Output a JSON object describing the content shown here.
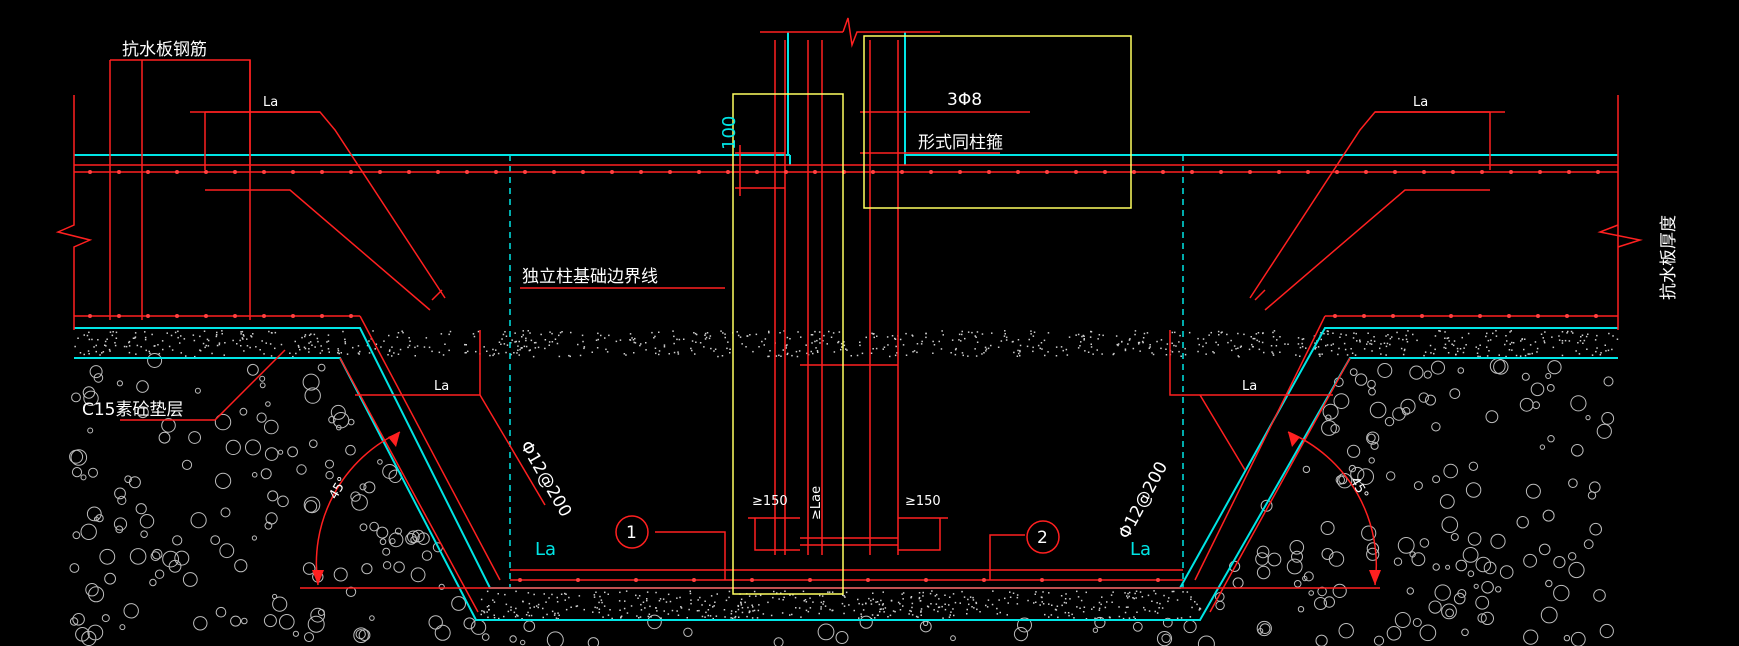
{
  "labels": {
    "anti_water_rebar": "抗水板钢筋",
    "anti_water_thickness": "抗水板厚度",
    "c15_cushion": "C15素砼垫层",
    "foundation_boundary": "独立柱基础边界线",
    "stirrups": "3Φ8",
    "stirrup_form": "形式同柱箍",
    "dim_100": "100",
    "rebar_left": "Φ12@200",
    "rebar_right": "Φ12@200",
    "la_top_left": "La",
    "la_top_right": "La",
    "la_mid_left": "La",
    "la_mid_right": "La",
    "la_bot_left": "La",
    "la_bot_right": "La",
    "dim_150_left": "≥150",
    "dim_150_right": "≥150",
    "dim_lae": "≥Lae",
    "angle_left": "45°",
    "angle_right": "45°",
    "callout_1": "1",
    "callout_2": "2"
  },
  "colors": {
    "background": "#000000",
    "rebar": "#ff2020",
    "outline": "#00e5e5",
    "highlight": "#ffff60",
    "text": "#ffffff",
    "concrete": "#d0d0d0"
  }
}
